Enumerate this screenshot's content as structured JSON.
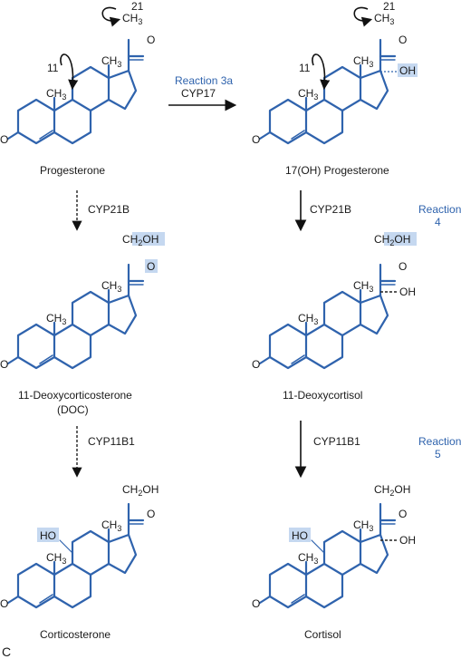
{
  "panel_letter": "C",
  "atoms": {
    "ch3": "CH3",
    "o": "O",
    "oh": "OH",
    "ho": "HO",
    "ch2oh": "CH2OH",
    "c21": "21",
    "c11": "11"
  },
  "compounds": [
    {
      "name": "Progesterone"
    },
    {
      "name": "17(OH) Progesterone"
    },
    {
      "name": "11-Deoxycorticosterone",
      "sub": "(DOC)"
    },
    {
      "name": "11-Deoxycortisol"
    },
    {
      "name": "Corticosterone"
    },
    {
      "name": "Cortisol"
    }
  ],
  "reactions": [
    {
      "label": "Reaction 3a",
      "enzyme": "CYP17"
    },
    {
      "enzyme": "CYP21B",
      "style": "dotted"
    },
    {
      "label_line1": "Reaction",
      "label_line2": "4",
      "enzyme": "CYP21B"
    },
    {
      "enzyme": "CYP11B1",
      "style": "dotted"
    },
    {
      "label_line1": "Reaction",
      "label_line2": "5",
      "enzyme": "CYP11B1"
    }
  ],
  "colors": {
    "structure": "#2f63ad",
    "highlight": "#c5d8f0",
    "text": "#1a1a1a"
  }
}
